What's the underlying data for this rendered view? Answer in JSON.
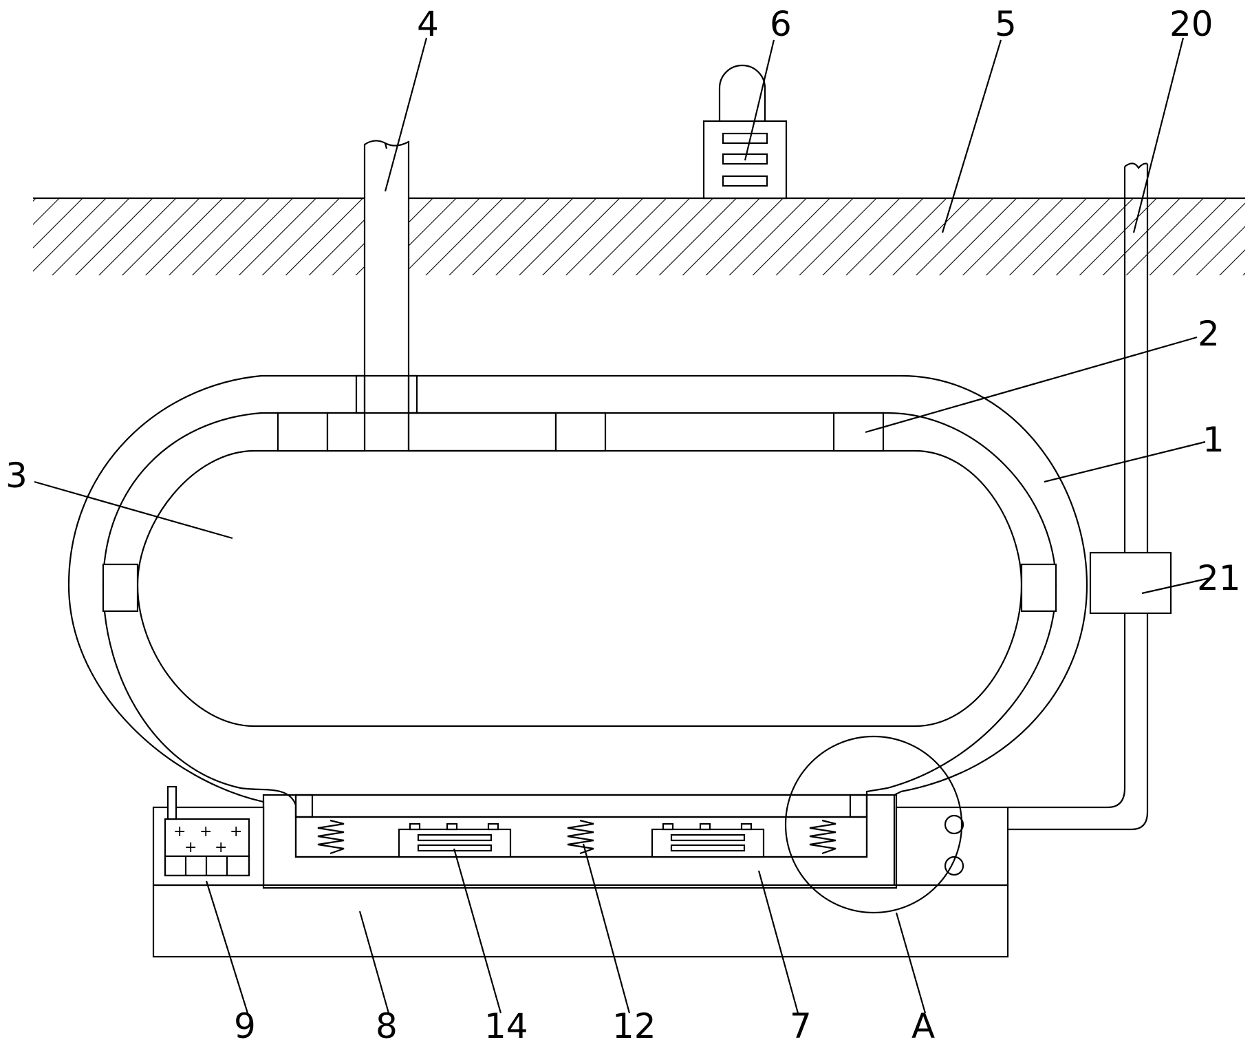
{
  "labels": {
    "l4": "4",
    "l6": "6",
    "l5": "5",
    "l20": "20",
    "l2": "2",
    "l1": "1",
    "l3": "3",
    "l21": "21",
    "l9": "9",
    "l8": "8",
    "l14": "14",
    "l12": "12",
    "l7": "7",
    "lA": "A"
  },
  "colors": {
    "line": "#000000",
    "background": "#ffffff"
  }
}
